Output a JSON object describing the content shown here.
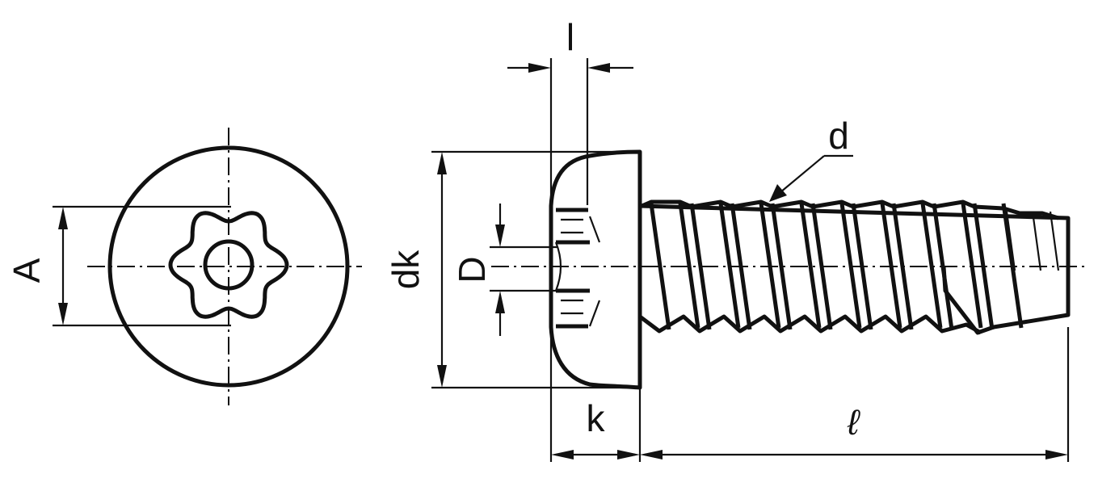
{
  "labels": {
    "A": "A",
    "dk": "dk",
    "D": "D",
    "l_small": "l",
    "d": "d",
    "k": "k",
    "ell": "ℓ"
  },
  "colors": {
    "line": "#111111",
    "background": "#ffffff"
  }
}
